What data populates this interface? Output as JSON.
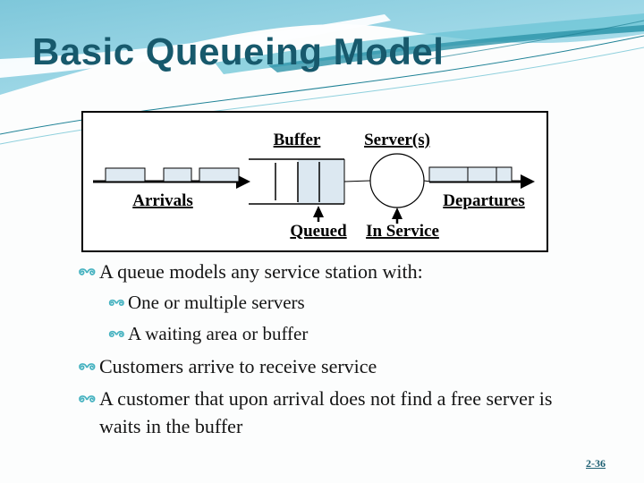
{
  "slide": {
    "title": "Basic Queueing Model",
    "page_number": "2-36"
  },
  "diagram": {
    "labels": {
      "buffer": "Buffer",
      "servers": "Server(s)",
      "arrivals": "Arrivals",
      "departures": "Departures",
      "queued": "Queued",
      "in_service": "In Service"
    }
  },
  "bullets": [
    {
      "level": 1,
      "text": "A queue models any service station with:"
    },
    {
      "level": 2,
      "text": "One or multiple servers"
    },
    {
      "level": 2,
      "text": "A waiting area or buffer"
    },
    {
      "level": 1,
      "text": "Customers arrive to receive service"
    },
    {
      "level": 1,
      "text": "A customer that upon arrival does not find a free server is waits in the buffer"
    }
  ],
  "colors": {
    "title_text": "#17596c",
    "bullet_ornament": "#45b2c0",
    "body_text": "#141414",
    "box_fill": "#dfeaf2",
    "buffer_shade": "#dce8f1",
    "sky_top": "#7ec7da",
    "sky_light": "#b7e3ee",
    "ribbon_teal": "#2d93a9",
    "footer_text": "#1b5e71"
  }
}
